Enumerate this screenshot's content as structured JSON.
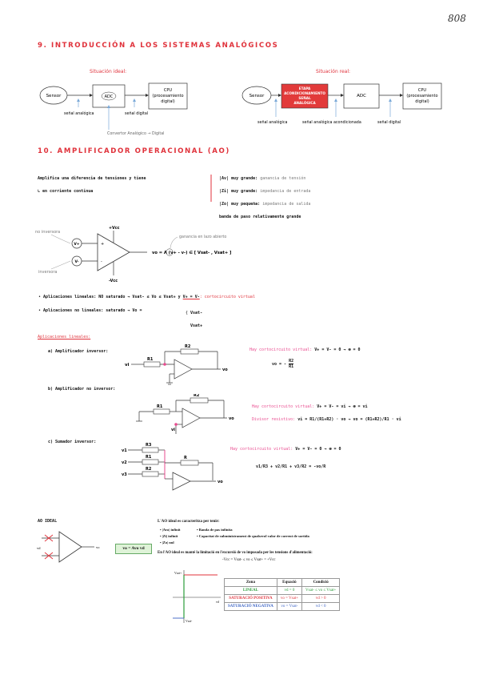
{
  "page_number": "808",
  "section9": {
    "title": "9. INTRODUCCIÓN A LOS SISTEMAS ANALÓGICOS",
    "ideal": {
      "label": "Situación ideal:",
      "sensor": "Sensor",
      "adc": "ADC",
      "cpu": [
        "CPU",
        "(procesamiento",
        "digital)"
      ],
      "senal_analogica": "señal analógica",
      "senal_digital": "señal digital",
      "convertor": "Convertor Analógico → Digital"
    },
    "real": {
      "label": "Situación real:",
      "sensor": "Sensor",
      "etapa": [
        "ETAPA",
        "ACONDICIONAMIENTO",
        "SEÑAL",
        "ANALÓGICA"
      ],
      "adc": "ADC",
      "cpu": [
        "CPU",
        "(procesamiento",
        "digital)"
      ],
      "senal_analogica": "señal analógica",
      "senal_acond": "señal analógica acondicionada",
      "senal_digital": "señal digital"
    }
  },
  "section10": {
    "title": "10. AMPLIFICADOR OPERACIONAL (AO)",
    "intro_line1": "Amplifica una diferencia de tensiones y tiene",
    "intro_line2": "en corriente continua",
    "props": [
      {
        "left": "|Av| muy grande:",
        "right": "ganancia de tensión"
      },
      {
        "left": "|Zi| muy grande:",
        "right": "impedancia de entrada"
      },
      {
        "left": "|Zo| muy pequeña:",
        "right": "impedancia de salida"
      },
      {
        "left": "banda de paso relativamente grande",
        "right": ""
      }
    ],
    "opamp": {
      "no_inversora": "no inversora",
      "inversora": "inversora",
      "vcc_pos": "+Vcc",
      "vcc_neg": "-Vcc",
      "vplus": "V+",
      "vminus": "V-",
      "plus_sign": "+",
      "minus_sign": "-",
      "ganancia": "ganancia en lazo abierto",
      "equation": "vo = A (v+ - v-) ∈ [ Vsat- , Vsat+ ]"
    },
    "bullets": [
      {
        "text": "Aplicaciones lineales: NO saturado → Vsat- ≤ Vo ≤ Vsat+ y",
        "hl": "V+ = V-",
        "tail": ": cortocircuito virtual"
      },
      {
        "text": "Aplicaciones no lineales: saturado → Vo =",
        "hl": "",
        "tail": ""
      }
    ],
    "sat_cases": [
      "Vsat-",
      "Vsat+"
    ]
  },
  "linear": {
    "heading": "Aplicaciones lineales:",
    "a": {
      "title": "a) Amplificador inversor:",
      "r1": "R1",
      "r2": "R2",
      "vi": "vi",
      "vo": "vo",
      "note": "Hay cortocircuito virtual:",
      "eq1": "V+ = V- = 0 → ⊛ = 0",
      "eq2a": "vo = -",
      "eq2n": "R2",
      "eq2d": "R1"
    },
    "b": {
      "title": "b) Amplificador no inversor:",
      "r1": "R1",
      "r2": "R2",
      "vi": "vi",
      "vo": "vo",
      "note": "Hay cortocircuito virtual:",
      "eq1": "V+ = V- = vi → ⊛ = vi",
      "note2": "Divisor resistivo:",
      "eq2": "vi = R1/(R1+R2) · vo → vo = (R1+R2)/R1 · vi"
    },
    "c": {
      "title": "c) Sumador inversor:",
      "r1": "R1",
      "r2": "R2",
      "r3": "R3",
      "r": "R",
      "v1": "v1",
      "v2": "v2",
      "v3": "v3",
      "vo": "vo",
      "note": "Hay cortocircuito virtual:",
      "eq1": "V+ = V- = 0 → ⊛ = 0",
      "eq2": "v1/R3 + v2/R1 + v3/R2 = -vo/R"
    }
  },
  "ao_ideal": {
    "heading": "AO IDEAL",
    "formula": "vo = Avo vd",
    "vd": "vd",
    "vo": "vo",
    "caracteriza": "L'AO ideal es caracteritza per tenir:",
    "list_left": [
      "|Avo| infinit",
      "|Zi| infinit",
      "|Zo| nul"
    ],
    "list_right": [
      "Banda de pas infinita",
      "Capacitat de subministrament de qualsevol valor de corrent de sortida"
    ],
    "limitacio": "En l'AO ideal es manté la limitació en l'excursió de vo imposada per les tensions d'alimentació:",
    "limitacio_eq": "-Vcc = Vsat- ≤ vo ≤ Vsat+ = +Vcc",
    "graph_vsat_pos": "Vsat+",
    "graph_vsat_neg": "Vsat-",
    "graph_vd": "vd",
    "table": {
      "headers": [
        "Zona",
        "Equació",
        "Condició"
      ],
      "rows": [
        {
          "zona": "LINEAL",
          "eq": "vd = 0",
          "cond": "Vsat- ≤ vo ≤ Vsat+",
          "color": "#2a9d3a"
        },
        {
          "zona": "SATURACIÓ POSITIVA",
          "eq": "vo = Vsat+",
          "cond": "vd > 0",
          "color": "#e0323b"
        },
        {
          "zona": "SATURACIÓ NEGATIVA",
          "eq": "vo = Vsat-",
          "cond": "vd < 0",
          "color": "#3b63c4"
        }
      ]
    }
  }
}
